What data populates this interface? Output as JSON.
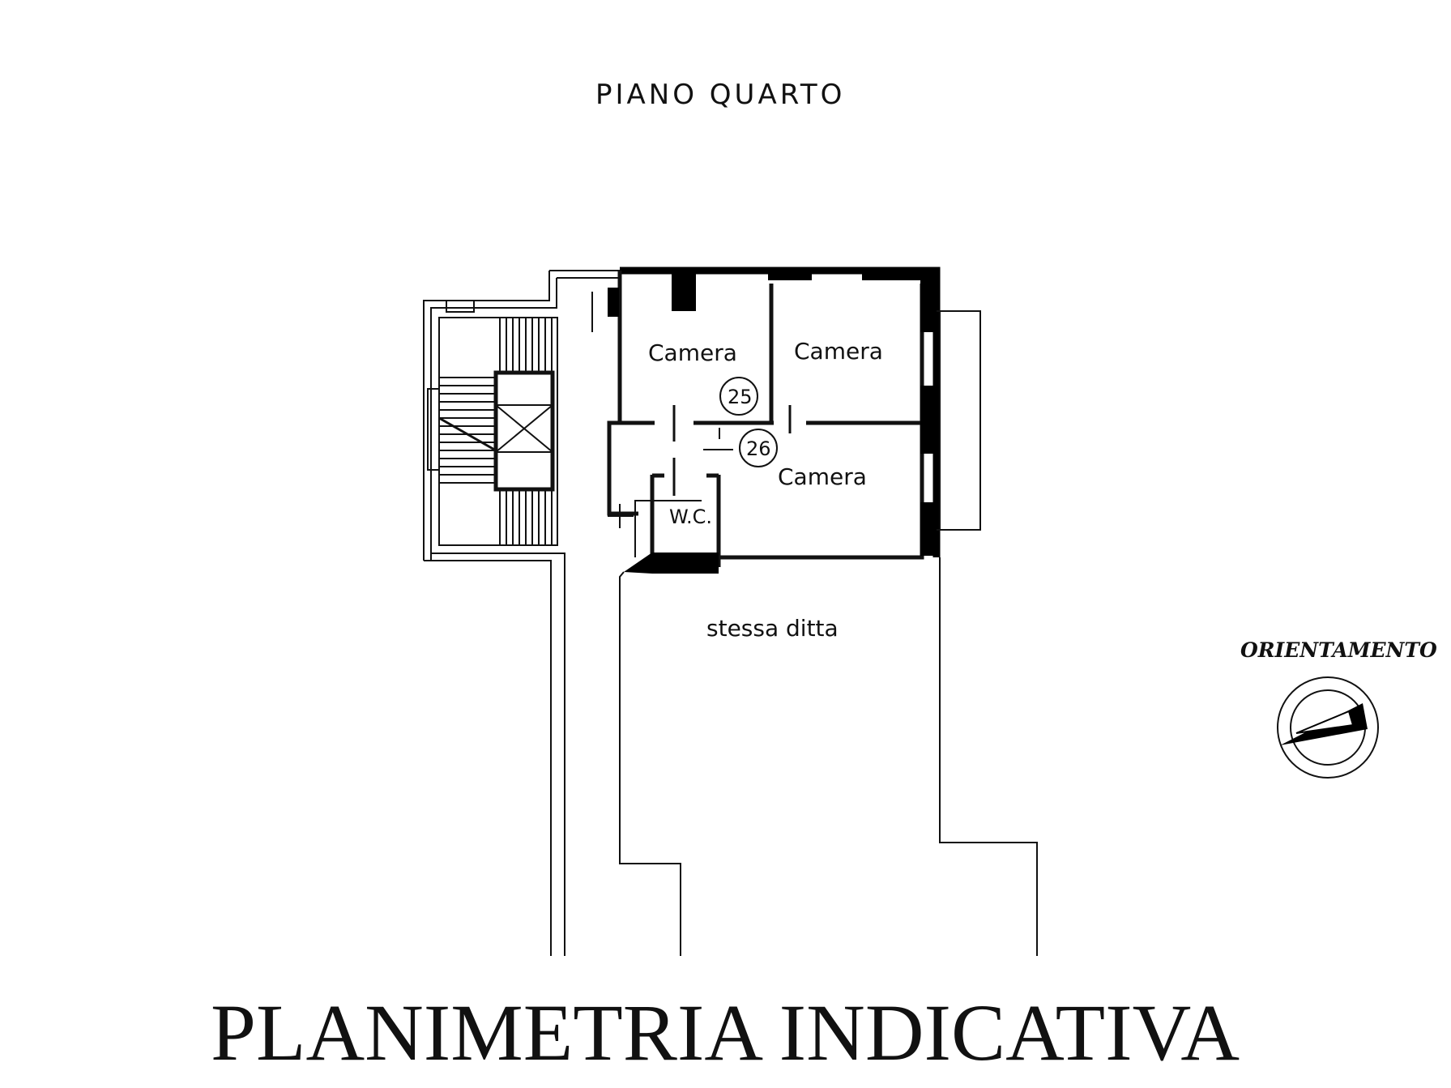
{
  "floor_title": "PIANO QUARTO",
  "rooms": {
    "camera_top_left": "Camera",
    "camera_top_right": "Camera",
    "camera_bottom": "Camera",
    "wc": "W.C."
  },
  "unit_markers": [
    "25",
    "26"
  ],
  "adjacent_label": "stessa ditta",
  "orientation_label": "ORIENTAMENTO",
  "footer_title": "PLANIMETRIA INDICATIVA"
}
